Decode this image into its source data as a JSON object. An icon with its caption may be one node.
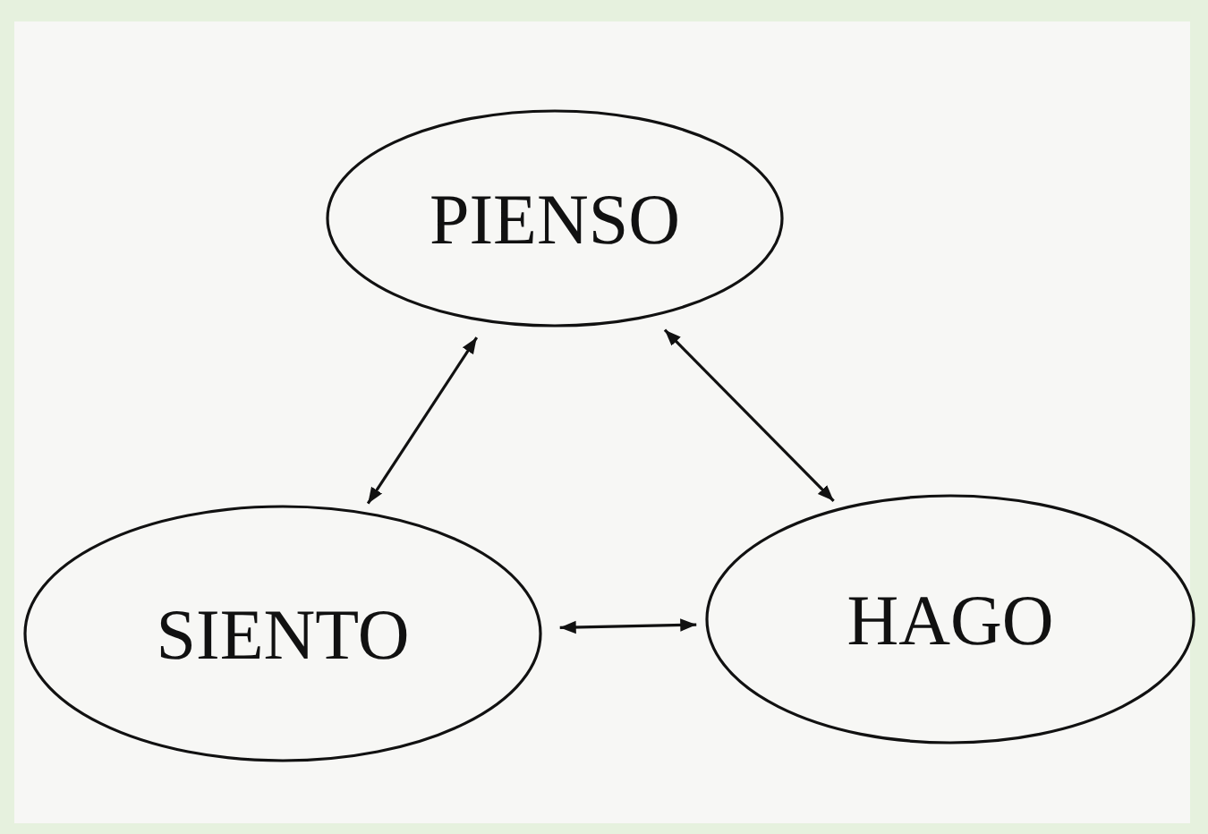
{
  "diagram": {
    "nodes": [
      {
        "text": [
          "PIENSO"
        ]
      },
      {
        "text": [
          "SIENTO"
        ]
      },
      {
        "text": [
          "HAGO"
        ]
      }
    ],
    "edges": [
      {
        "from": 0,
        "to": 1,
        "arrow": "both"
      },
      {
        "from": 0,
        "to": 2,
        "arrow": "both"
      },
      {
        "from": 1,
        "to": 2,
        "arrow": "both"
      }
    ]
  }
}
